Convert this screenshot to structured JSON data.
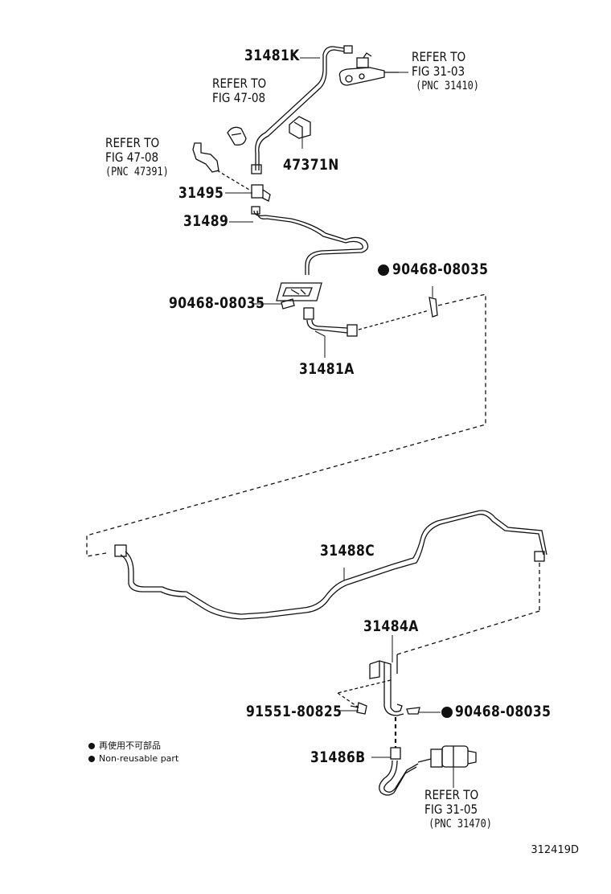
{
  "labels": {
    "p31481K": "31481K",
    "p47371N": "47371N",
    "p31495": "31495",
    "p31489": "31489",
    "p90468_top": "90468-08035",
    "p90468_left": "90468-08035",
    "p31481A": "31481A",
    "p31488C": "31488C",
    "p31484A": "31484A",
    "p91551": "91551-80825",
    "p90468_bottom": "90468-08035",
    "p31486B": "31486B"
  },
  "refs": {
    "fig31_03": {
      "line1": "REFER TO",
      "line2": "FIG 31-03",
      "line3": "(PNC 31410)"
    },
    "fig47_08_a": {
      "line1": "REFER TO",
      "line2": "FIG 47-08"
    },
    "fig47_08_b": {
      "line1": "REFER TO",
      "line2": "FIG 47-08",
      "line3": "(PNC 47391)"
    },
    "fig31_05": {
      "line1": "REFER TO",
      "line2": "FIG 31-05",
      "line3": "(PNC 31470)"
    }
  },
  "legend": {
    "jp": "再使用不可部品",
    "en": "Non-reusable part"
  },
  "illustration_code": "312419D"
}
